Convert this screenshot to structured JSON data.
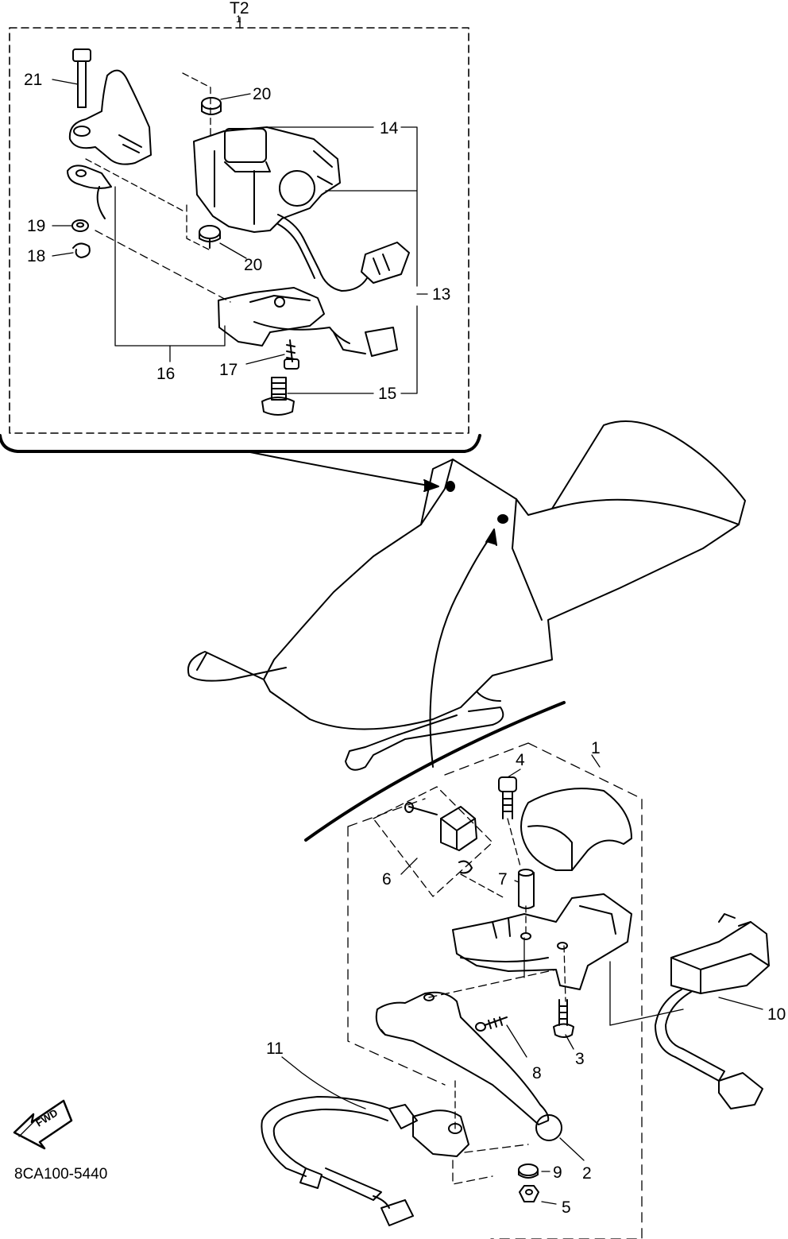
{
  "inset_label": "T2",
  "inset_marker": "1",
  "callouts": [
    "1",
    "2",
    "3",
    "4",
    "5",
    "6",
    "7",
    "8",
    "9",
    "10",
    "11",
    "13",
    "14",
    "15",
    "16",
    "17",
    "18",
    "19",
    "20",
    "20",
    "21"
  ],
  "fwd_badge": "FWD",
  "drawing_code": "8CA100-5440"
}
